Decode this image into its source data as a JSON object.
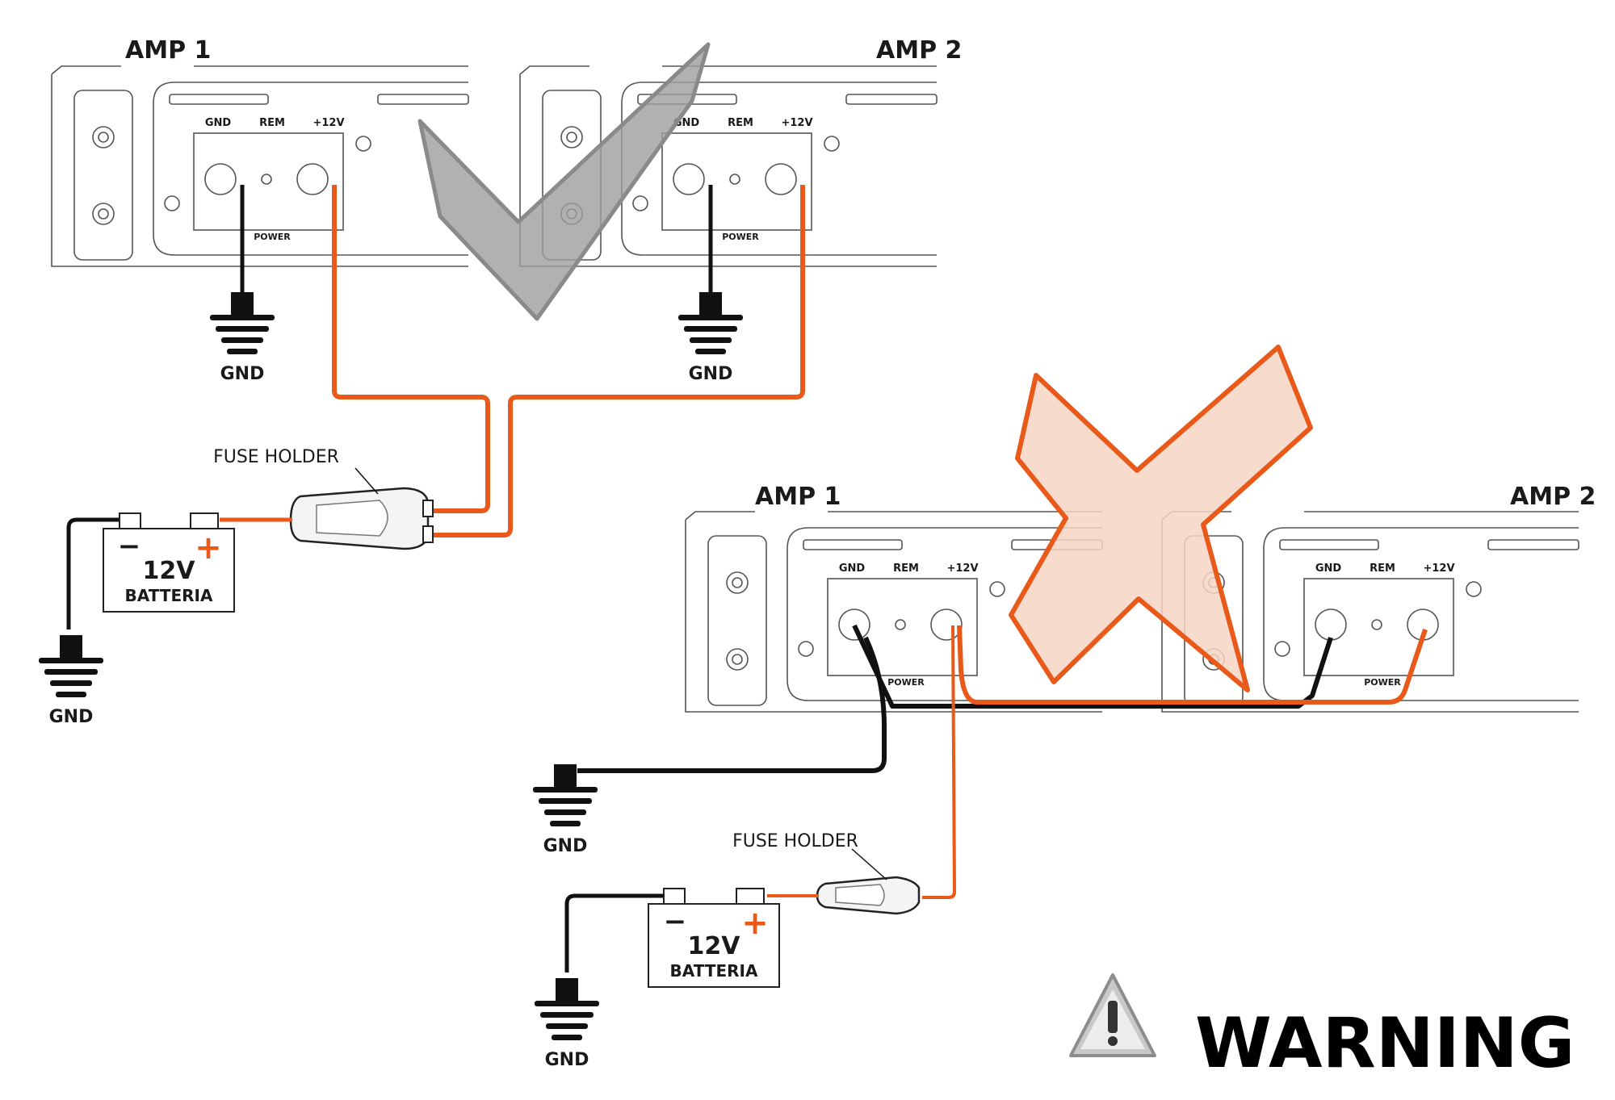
{
  "top": {
    "amp1": {
      "title": "AMP 1",
      "gnd": "GND",
      "rem": "REM",
      "v12": "+12V",
      "power": "POWER"
    },
    "amp2": {
      "title": "AMP 2",
      "gnd": "GND",
      "rem": "REM",
      "v12": "+12V",
      "power": "POWER"
    },
    "ground_a": "GND",
    "ground_b": "GND",
    "ground_batt": "GND",
    "fuse_label": "FUSE HOLDER",
    "battery": {
      "voltage": "12V",
      "name": "BATTERIA",
      "minus": "−",
      "plus": "+"
    }
  },
  "bottom": {
    "amp1": {
      "title": "AMP 1",
      "gnd": "GND",
      "rem": "REM",
      "v12": "+12V",
      "power": "POWER"
    },
    "amp2": {
      "title": "AMP 2",
      "gnd": "GND",
      "rem": "REM",
      "v12": "+12V",
      "power": "POWER"
    },
    "ground_a": "GND",
    "ground_batt": "GND",
    "fuse_label": "FUSE HOLDER",
    "battery": {
      "voltage": "12V",
      "name": "BATTERIA",
      "minus": "−",
      "plus": "+"
    }
  },
  "warning": {
    "text": "WARNING"
  },
  "colors": {
    "positive_wire": "#e8591a",
    "ground_wire": "#111111",
    "check_mark": "#9d9d9d",
    "cross_fill": "#f6d6c6",
    "cross_stroke": "#e8591a"
  },
  "icons": {
    "correct": "check-mark-icon",
    "wrong": "cross-icon",
    "warning": "warning-triangle-icon"
  }
}
